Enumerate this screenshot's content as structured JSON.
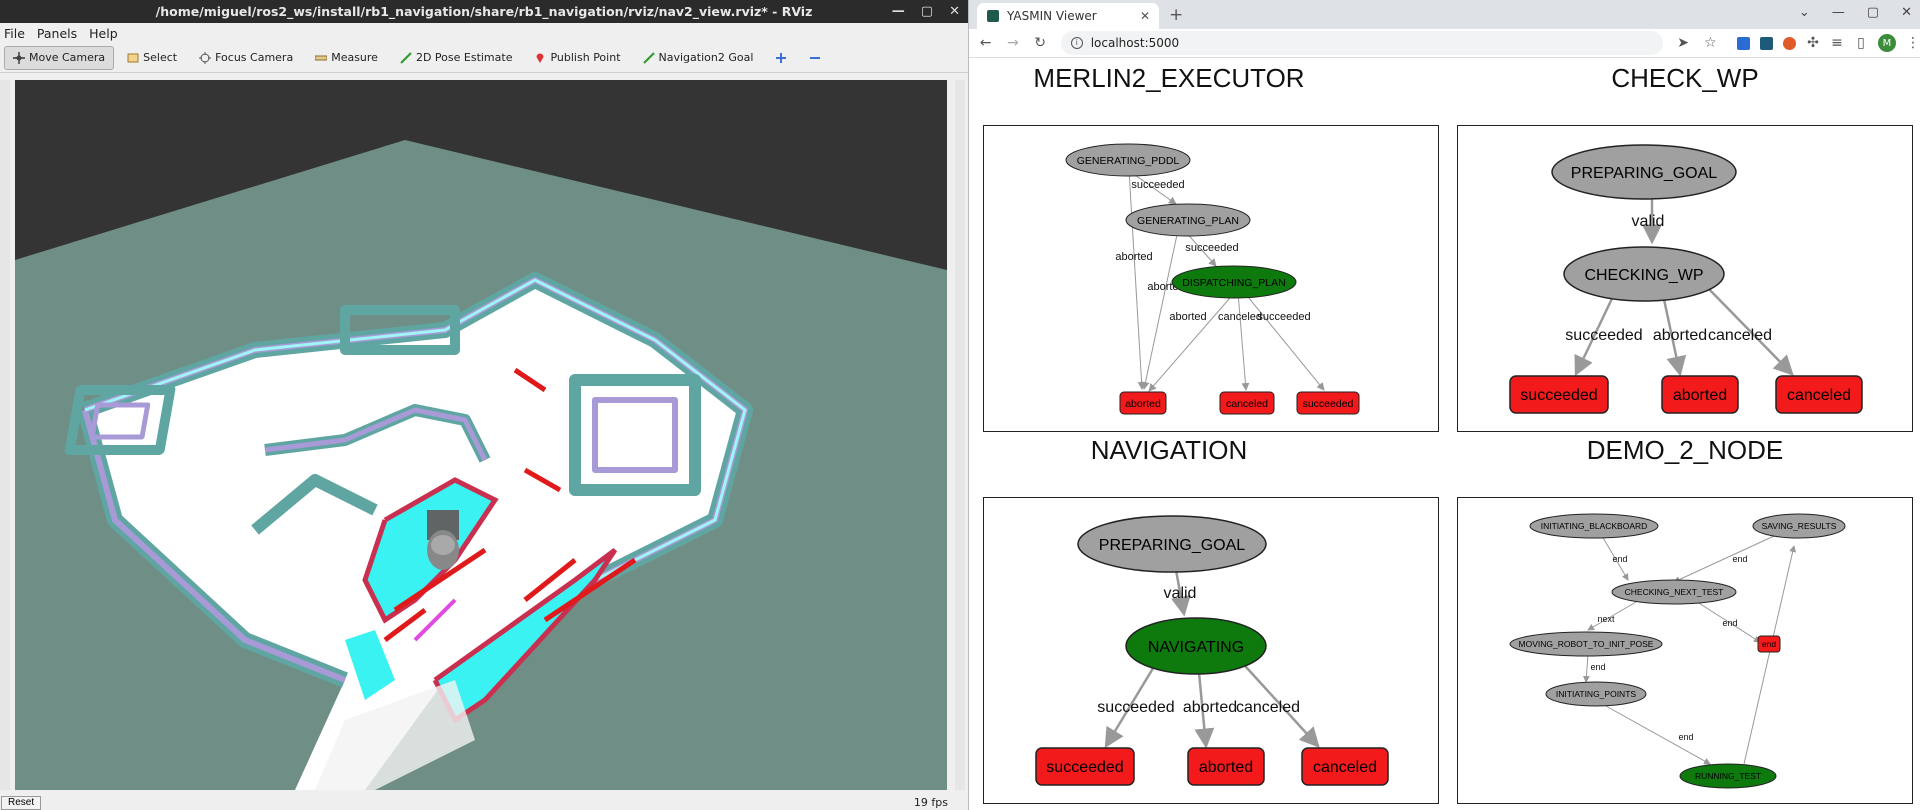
{
  "rviz": {
    "title": "/home/miguel/ros2_ws/install/rb1_navigation/share/rb1_navigation/rviz/nav2_view.rviz* - RViz",
    "menu": [
      "File",
      "Panels",
      "Help"
    ],
    "tools": [
      {
        "label": "Move Camera",
        "icon": "move-camera-icon",
        "active": true
      },
      {
        "label": "Select",
        "icon": "select-icon"
      },
      {
        "label": "Focus Camera",
        "icon": "focus-camera-icon"
      },
      {
        "label": "Measure",
        "icon": "measure-icon"
      },
      {
        "label": "2D Pose Estimate",
        "icon": "pose-estimate-icon"
      },
      {
        "label": "Publish Point",
        "icon": "map-pin-icon"
      },
      {
        "label": "Navigation2 Goal",
        "icon": "nav-goal-icon"
      }
    ],
    "reset_label": "Reset",
    "fps": "19 fps"
  },
  "browser": {
    "tab_title": "YASMIN Viewer",
    "url": "localhost:5000",
    "avatar_letter": "M"
  },
  "panels": {
    "merlin": {
      "title": "MERLIN2_EXECUTOR",
      "nodes": {
        "generating_pddl": "GENERATING_PDDL",
        "generating_plan": "GENERATING_PLAN",
        "dispatching_plan": "DISPATCHING_PLAN",
        "out_aborted": "aborted",
        "out_canceled": "canceled",
        "out_succeeded": "succeeded"
      },
      "edges": {
        "e1": "succeeded",
        "e2": "succeeded",
        "e3": "aborted",
        "e4": "aborted",
        "e5": "aborted",
        "e6": "canceled",
        "e7": "succeeded"
      }
    },
    "check_wp": {
      "title": "CHECK_WP",
      "nodes": {
        "preparing_goal": "PREPARING_GOAL",
        "checking_wp": "CHECKING_WP",
        "out_succeeded": "succeeded",
        "out_aborted": "aborted",
        "out_canceled": "canceled"
      },
      "edges": {
        "e1": "valid",
        "e2": "succeeded",
        "e3": "aborted",
        "e4": "canceled"
      }
    },
    "navigation": {
      "title": "NAVIGATION",
      "nodes": {
        "preparing_goal": "PREPARING_GOAL",
        "navigating": "NAVIGATING",
        "out_succeeded": "succeeded",
        "out_aborted": "aborted",
        "out_canceled": "canceled"
      },
      "edges": {
        "e1": "valid",
        "e2": "succeeded",
        "e3": "aborted",
        "e4": "canceled"
      }
    },
    "demo2": {
      "title": "DEMO_2_NODE",
      "nodes": {
        "initiating_blackboard": "INITIATING_BLACKBOARD",
        "saving_results": "SAVING_RESULTS",
        "checking_next_test": "CHECKING_NEXT_TEST",
        "moving_robot": "MOVING_ROBOT_TO_INIT_POSE",
        "out_end": "end",
        "initiating_points": "INITIATING_POINTS",
        "running_test": "RUNNING_TEST"
      },
      "edges": {
        "e1": "end",
        "e2": "end",
        "e3": "next",
        "e4": "end",
        "e5": "end",
        "e6": "end"
      }
    }
  },
  "colors": {
    "state_gray": "#a0a0a0",
    "active_green": "#0e7a0e",
    "outcome_red": "#f21a1a"
  }
}
